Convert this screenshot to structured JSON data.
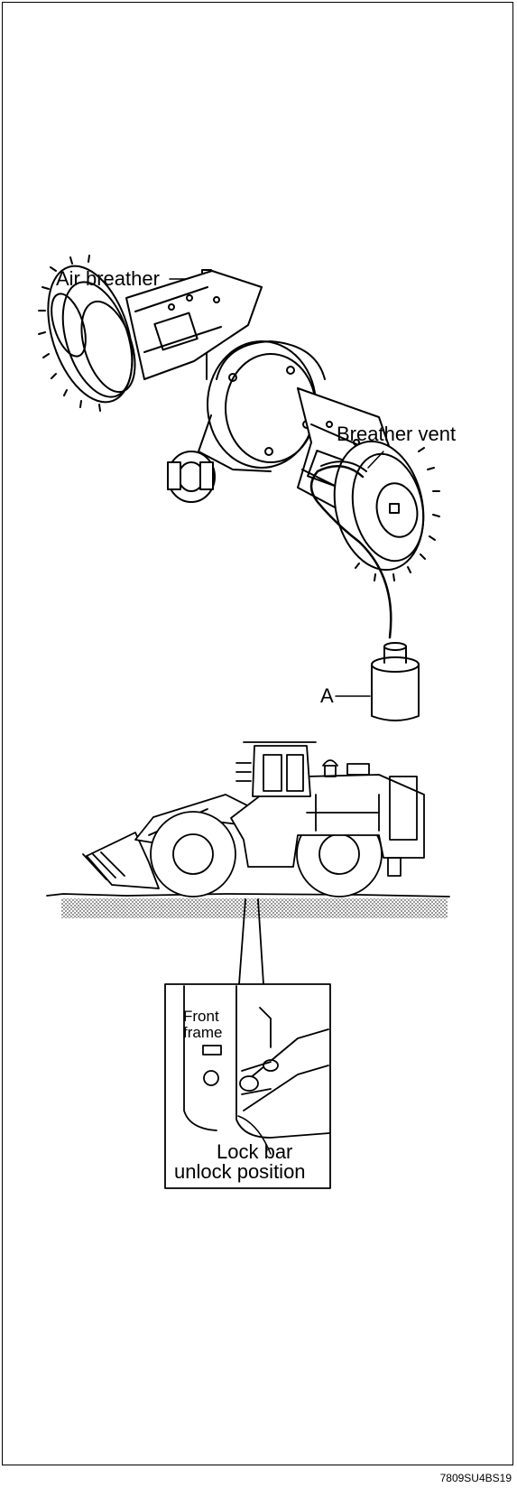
{
  "axle_figure": {
    "air_breather_label": "Air breather",
    "breather_vent_label": "Breather vent",
    "container_label": "A"
  },
  "loader_figure": {
    "front_frame_label_line1": "Front",
    "front_frame_label_line2": "frame",
    "lock_bar_label_line1": "Lock bar",
    "lock_bar_label_line2": "unlock position"
  },
  "figure_code": "7809SU4BS19"
}
